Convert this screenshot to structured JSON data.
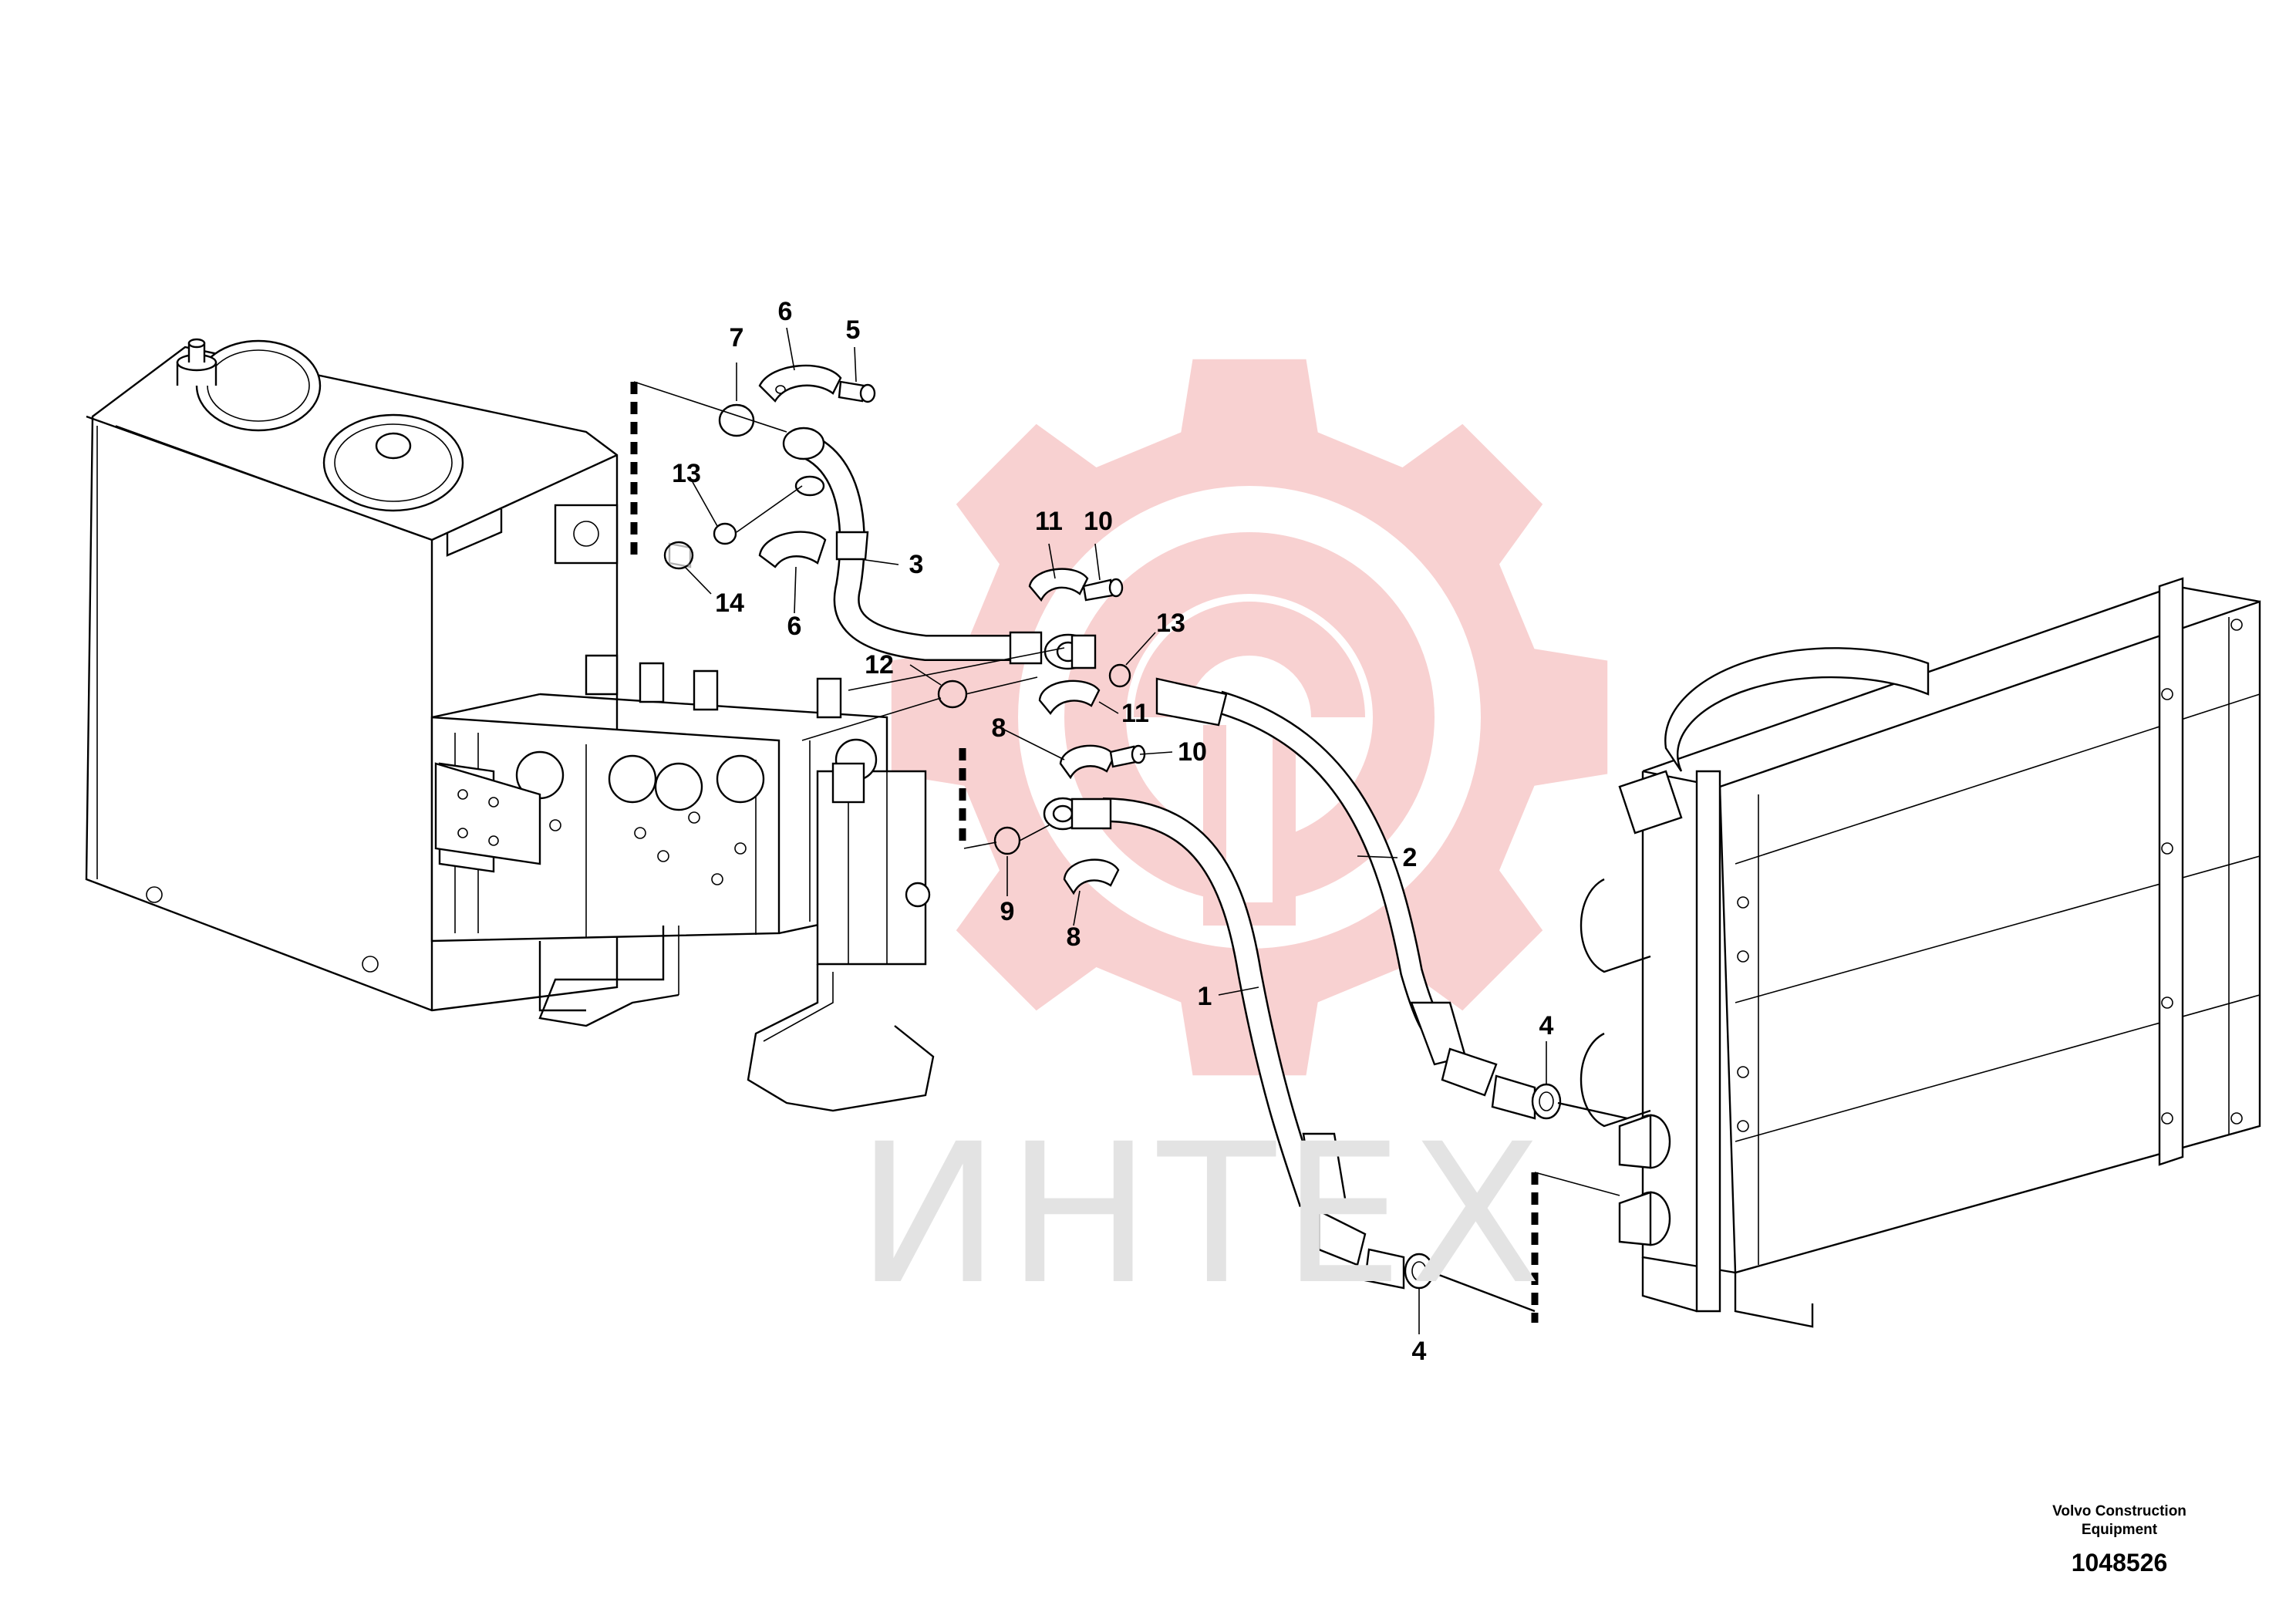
{
  "watermark": {
    "logo_icon": "gear-icon",
    "text": "ИНТЕХ",
    "colors": {
      "gear": "#f7c9c9",
      "text": "#e3e3e3"
    }
  },
  "callouts": [
    {
      "id": "c7",
      "label": "7"
    },
    {
      "id": "c6a",
      "label": "6"
    },
    {
      "id": "c5",
      "label": "5"
    },
    {
      "id": "c13a",
      "label": "13"
    },
    {
      "id": "c14",
      "label": "14"
    },
    {
      "id": "c6b",
      "label": "6"
    },
    {
      "id": "c3",
      "label": "3"
    },
    {
      "id": "c11a",
      "label": "11"
    },
    {
      "id": "c10a",
      "label": "10"
    },
    {
      "id": "c13b",
      "label": "13"
    },
    {
      "id": "c12",
      "label": "12"
    },
    {
      "id": "c11b",
      "label": "11"
    },
    {
      "id": "c8a",
      "label": "8"
    },
    {
      "id": "c10b",
      "label": "10"
    },
    {
      "id": "c9",
      "label": "9"
    },
    {
      "id": "c8b",
      "label": "8"
    },
    {
      "id": "c2",
      "label": "2"
    },
    {
      "id": "c1",
      "label": "1"
    },
    {
      "id": "c4a",
      "label": "4"
    },
    {
      "id": "c4b",
      "label": "4"
    }
  ],
  "publisher": {
    "line1": "Volvo Construction",
    "line2": "Equipment"
  },
  "illustration_number": "1048526"
}
